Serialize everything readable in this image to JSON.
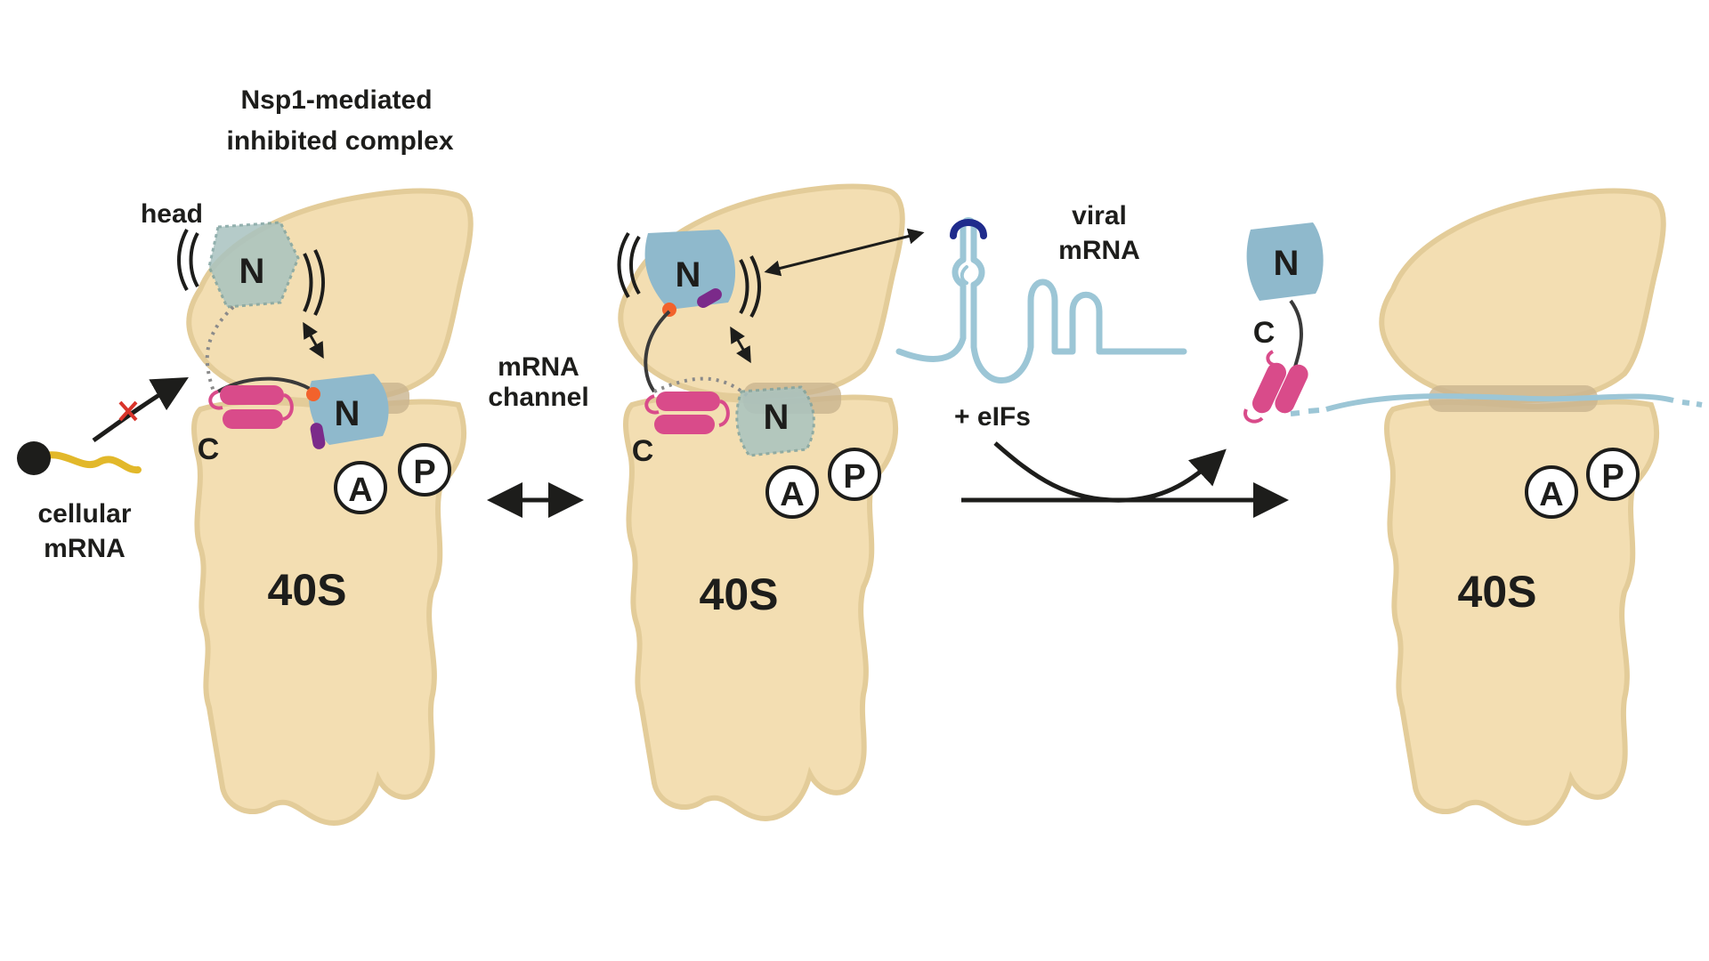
{
  "labels": {
    "title_line1": "Nsp1-mediated",
    "title_line2": "inhibited complex",
    "head": "head",
    "cellular_line1": "cellular",
    "cellular_line2": "mRNA",
    "channel_line1": "mRNA",
    "channel_line2": "channel",
    "viral_line1": "viral",
    "viral_line2": "mRNA",
    "eifs": "+ eIFs",
    "ribosome": "40S",
    "site_a": "A",
    "site_p": "P",
    "n_domain": "N",
    "c_domain": "C"
  },
  "colors": {
    "ribosome_fill": "#f3deb2",
    "ribosome_shade": "#e3cc99",
    "channel": "#c9b48f",
    "n_domain": "#8fb9cc",
    "n_domain_faded": "#a9c3c0",
    "c_helix": "#d94b8a",
    "c_label": "#d94b8a",
    "orange_patch": "#f2622c",
    "purple_patch": "#7b2a8a",
    "viral_rna": "#9cc6d6",
    "viral_loop": "#1f2b8c",
    "cellular_rna": "#e2b82a",
    "cap": "#1d1d1b",
    "block_mark": "#d9342b",
    "ink": "#1d1d1b"
  }
}
